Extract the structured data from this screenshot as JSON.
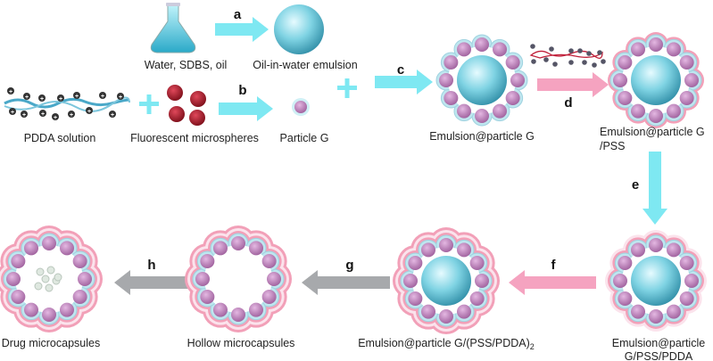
{
  "labels": {
    "water": "Water, SDBS, oil",
    "emulsion": "Oil-in-water emulsion",
    "pdda": "PDDA solution",
    "microspheres": "Fluorescent microspheres",
    "particle_g": "Particle G",
    "emulsion_g": "Emulsion@particle G",
    "pss_1": "Emulsion@particle G",
    "pss_2": "/PSS",
    "pss_pdda_1": "Emulsion@particle",
    "pss_pdda_2": "G/PSS/PDDA",
    "pss_pdda_n": "Emulsion@particle G/(PSS/PDDA)",
    "pss_pdda_n_sub": "2",
    "hollow": "Hollow microcapsules",
    "drug": "Drug microcapsules"
  },
  "steps": {
    "a": "a",
    "b": "b",
    "c": "c",
    "d": "d",
    "e": "e",
    "f": "f",
    "g": "g",
    "h": "h"
  },
  "colors": {
    "cyan": "#7ee8f2",
    "pink": "#f5a3c0",
    "gray": "#a7a9ac",
    "core": "#5fc2d6",
    "particle": "#c889c4",
    "shell": "#bfe6ef",
    "pss": "#f2a0b8",
    "red": "#b01c2c"
  }
}
